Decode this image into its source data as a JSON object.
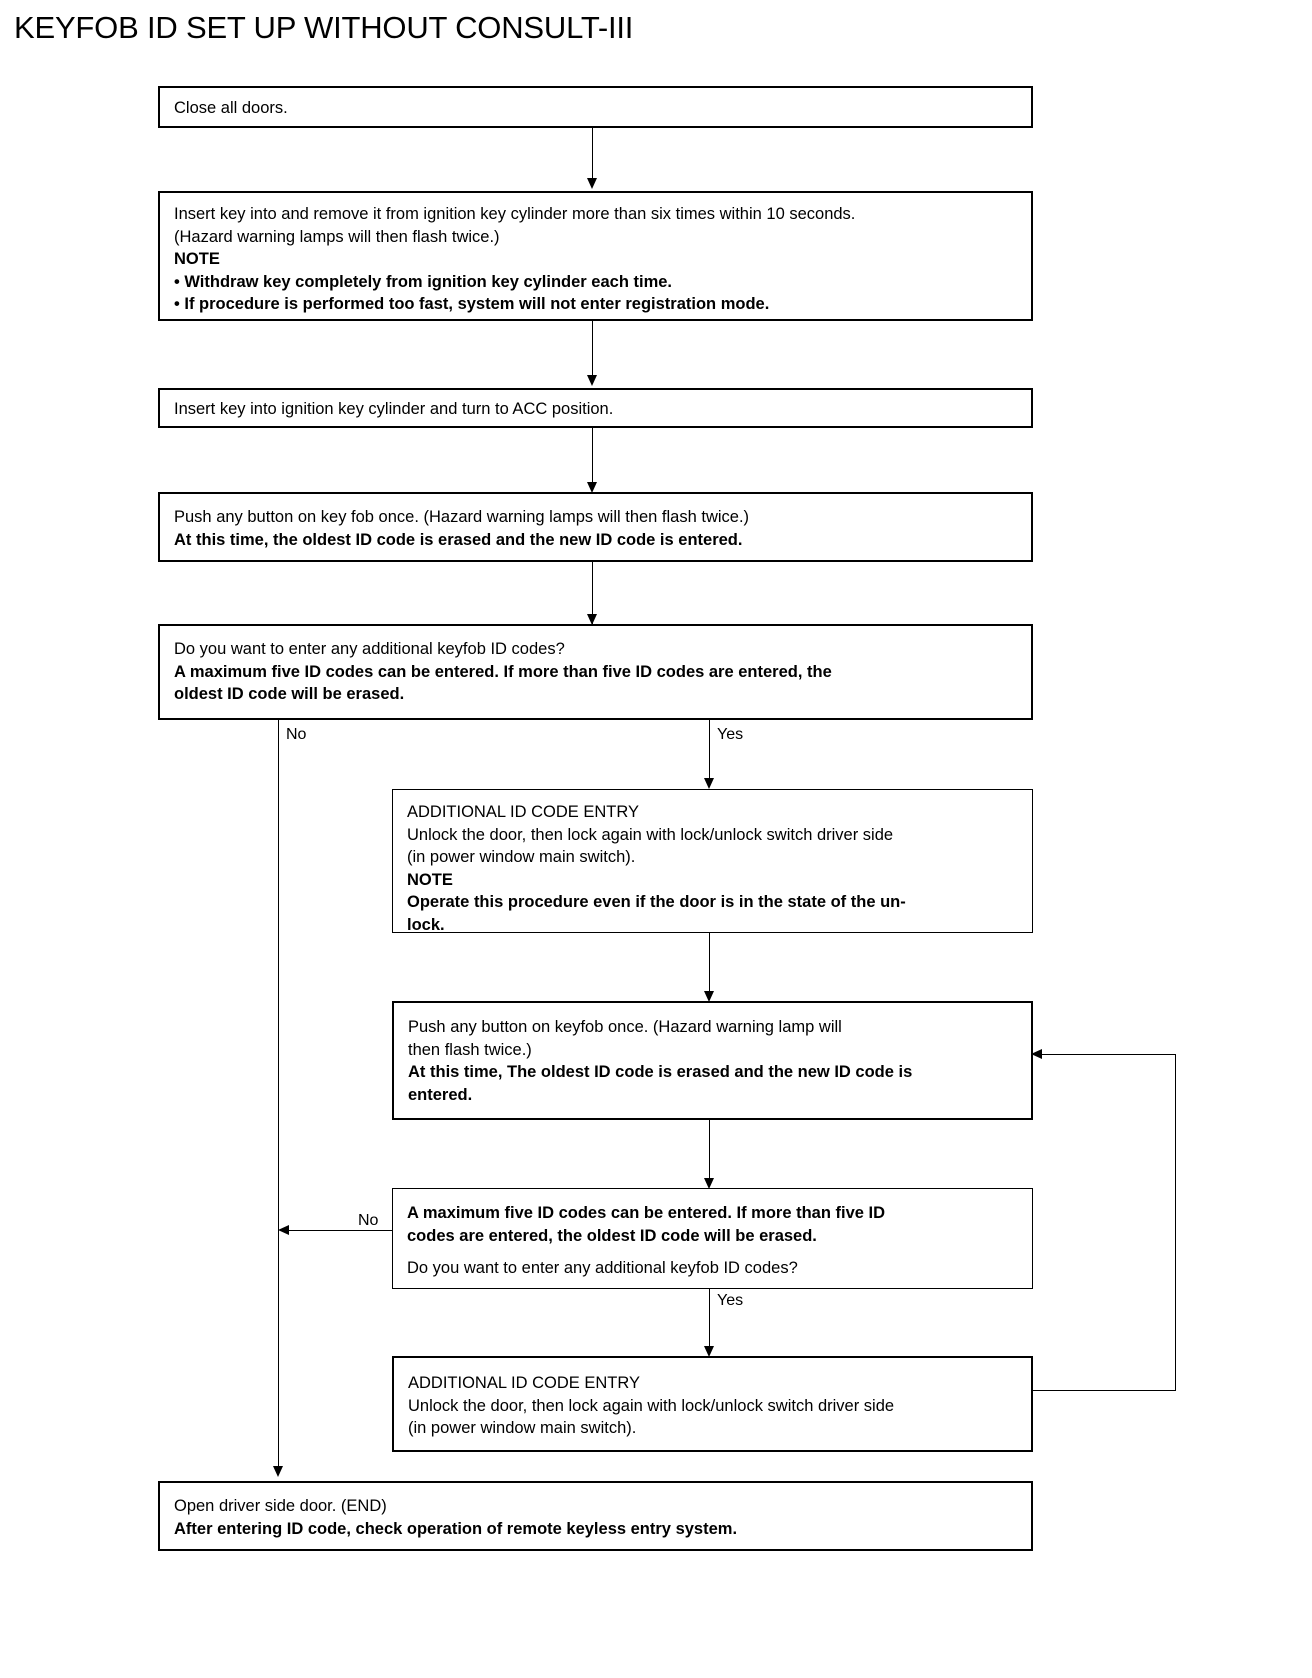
{
  "page": {
    "title": "KEYFOB ID SET UP WITHOUT CONSULT-III"
  },
  "diagram_type": "flowchart",
  "nodes": {
    "close_doors": {
      "lines": [
        {
          "text": "Close all doors.",
          "bold": false
        }
      ]
    },
    "insert_remove_key": {
      "lines": [
        {
          "text": "Insert key into and remove it from ignition key cylinder more than six times within 10 seconds.",
          "bold": false
        },
        {
          "text": "(Hazard warning lamps will then flash twice.)",
          "bold": false
        },
        {
          "text": "NOTE",
          "bold": true
        },
        {
          "text": "• Withdraw key completely from ignition key cylinder each time.",
          "bold": true
        },
        {
          "text": "• If procedure is performed too fast, system will not enter registration mode.",
          "bold": true
        }
      ]
    },
    "turn_acc": {
      "lines": [
        {
          "text": "Insert key into ignition key cylinder and turn to ACC position.",
          "bold": false
        }
      ]
    },
    "push_button_1": {
      "lines": [
        {
          "text": "Push any button on key fob once. (Hazard warning lamps will then flash twice.)",
          "bold": false
        },
        {
          "text": "At this time, the oldest ID code is erased and the new ID code is entered.",
          "bold": true
        }
      ]
    },
    "decision_1": {
      "lines": [
        {
          "text": "Do you want to enter any additional keyfob ID codes?",
          "bold": false
        },
        {
          "text": "A  maximum five ID codes can be entered. If more than five ID codes are entered, the",
          "bold": true
        },
        {
          "text": "oldest ID code will be erased.",
          "bold": true
        }
      ]
    },
    "additional_entry_1": {
      "lines": [
        {
          "text": "ADDITIONAL ID CODE ENTRY",
          "bold": false
        },
        {
          "text": "Unlock the door, then lock again with lock/unlock switch driver side",
          "bold": false
        },
        {
          "text": "(in power window main switch).",
          "bold": false
        },
        {
          "text": "NOTE",
          "bold": true
        },
        {
          "text": "Operate this procedure even if the door is in the state of the un-",
          "bold": true
        },
        {
          "text": "lock.",
          "bold": true
        }
      ]
    },
    "push_button_2": {
      "lines": [
        {
          "text": "Push any button on keyfob once. (Hazard warning lamp will",
          "bold": false
        },
        {
          "text": "then flash twice.)",
          "bold": false
        },
        {
          "text": "At this time, The oldest ID code is erased and the new ID code is",
          "bold": true
        },
        {
          "text": "entered.",
          "bold": true
        }
      ]
    },
    "decision_2": {
      "lines": [
        {
          "text": "A  maximum five ID codes can be entered. If more than five ID",
          "bold": true
        },
        {
          "text": "codes are entered, the oldest ID code will be erased.",
          "bold": true
        },
        {
          "text": "",
          "bold": false
        },
        {
          "text": "Do you want to enter any additional keyfob ID codes?",
          "bold": false
        }
      ]
    },
    "additional_entry_2": {
      "lines": [
        {
          "text": "ADDITIONAL ID CODE ENTRY",
          "bold": false
        },
        {
          "text": "Unlock the door, then lock again with lock/unlock switch driver side",
          "bold": false
        },
        {
          "text": "(in power window main switch).",
          "bold": false
        }
      ]
    },
    "end_box": {
      "lines": [
        {
          "text": "Open driver side door. (END)",
          "bold": false
        },
        {
          "text": "After entering ID code, check operation of remote keyless entry system.",
          "bold": true
        }
      ]
    }
  },
  "edge_labels": {
    "d1_no": "No",
    "d1_yes": "Yes",
    "d2_no": "No",
    "d2_yes": "Yes"
  },
  "colors": {
    "ink": "#000000",
    "paper": "#ffffff"
  }
}
